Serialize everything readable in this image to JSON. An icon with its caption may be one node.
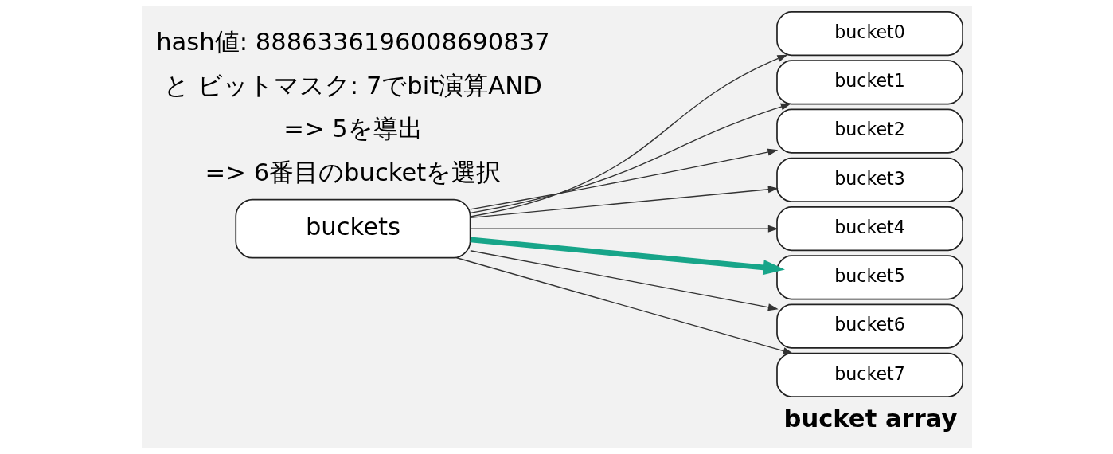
{
  "diagram": {
    "nodes": [
      {
        "text": [
          "buckets"
        ]
      },
      {
        "text": [
          "bucket0"
        ]
      },
      {
        "text": [
          "bucket1"
        ]
      },
      {
        "text": [
          "bucket2"
        ]
      },
      {
        "text": [
          "bucket3"
        ]
      },
      {
        "text": [
          "bucket4"
        ]
      },
      {
        "text": [
          "bucket5"
        ]
      },
      {
        "text": [
          "bucket6"
        ]
      },
      {
        "text": [
          "bucket7"
        ]
      }
    ],
    "edges": [
      {
        "from": 0,
        "to": 1,
        "arrow": "to"
      },
      {
        "from": 0,
        "to": 2,
        "arrow": "to"
      },
      {
        "from": 0,
        "to": 3,
        "arrow": "to"
      },
      {
        "from": 0,
        "to": 4,
        "arrow": "to"
      },
      {
        "from": 0,
        "to": 5,
        "arrow": "to"
      },
      {
        "from": 0,
        "to": 6,
        "arrow": "to",
        "style": "thick",
        "color": "#17a589"
      },
      {
        "from": 0,
        "to": 7,
        "arrow": "to"
      },
      {
        "from": 0,
        "to": 8,
        "arrow": "to"
      }
    ],
    "labels": [
      "hash値: 8886336196008690837",
      "と ビットマスク: 7でbit演算AND",
      "=> 5を導出",
      "=> 6番目のbucketを選択",
      "bucket array"
    ]
  }
}
